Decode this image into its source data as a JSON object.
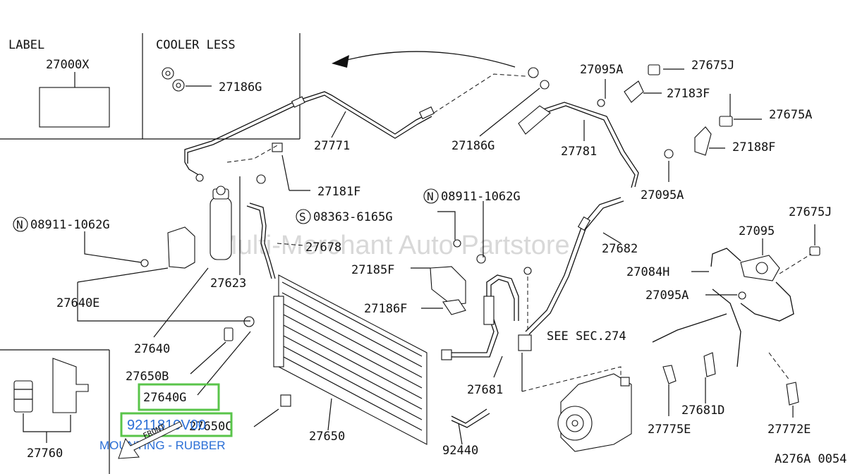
{
  "watermark": "Multi-Merchant Auto Partstore",
  "boxes": {
    "label_title": "LABEL",
    "label_part": "27000X",
    "cooler_less_title": "COOLER LESS",
    "cooler_less_part": "27186G"
  },
  "parts": {
    "p27771": "27771",
    "p27186G_top": "27186G",
    "p27781": "27781",
    "p27095A_1": "27095A",
    "p27675J_1": "27675J",
    "p27183F": "27183F",
    "p27675A": "27675A",
    "p27188F": "27188F",
    "p27095A_2": "27095A",
    "p27181F": "27181F",
    "p08911_left": "08911-1062G",
    "p08911_mid": "08911-1062G",
    "p08363": "08363-6165G",
    "p27678": "27678",
    "p27682": "27682",
    "p27675J_2": "27675J",
    "p27095": "27095",
    "p27084H": "27084H",
    "p27095A_3": "27095A",
    "p27185F": "27185F",
    "p27623": "27623",
    "p27640E": "27640E",
    "p27186F": "27186F",
    "p27640": "27640",
    "see_sec": "SEE SEC.274",
    "p27650B": "27650B",
    "p27681": "27681",
    "p27640G": "27640G",
    "p27681D": "27681D",
    "p27650C": "27650C",
    "p92118": "9211810V00",
    "p27775E": "27775E",
    "p27772E": "27772E",
    "p27650": "27650",
    "p92440": "92440",
    "p27760": "27760",
    "mounting_note": "MOUNTING - RUBBER",
    "front_note": "FRONT",
    "ref_code": "A276A 0054"
  },
  "markers": {
    "N": "N",
    "S": "S"
  },
  "colors": {
    "highlight": "#59c44a",
    "note_blue": "#2b6fd6",
    "ink": "#111111"
  }
}
